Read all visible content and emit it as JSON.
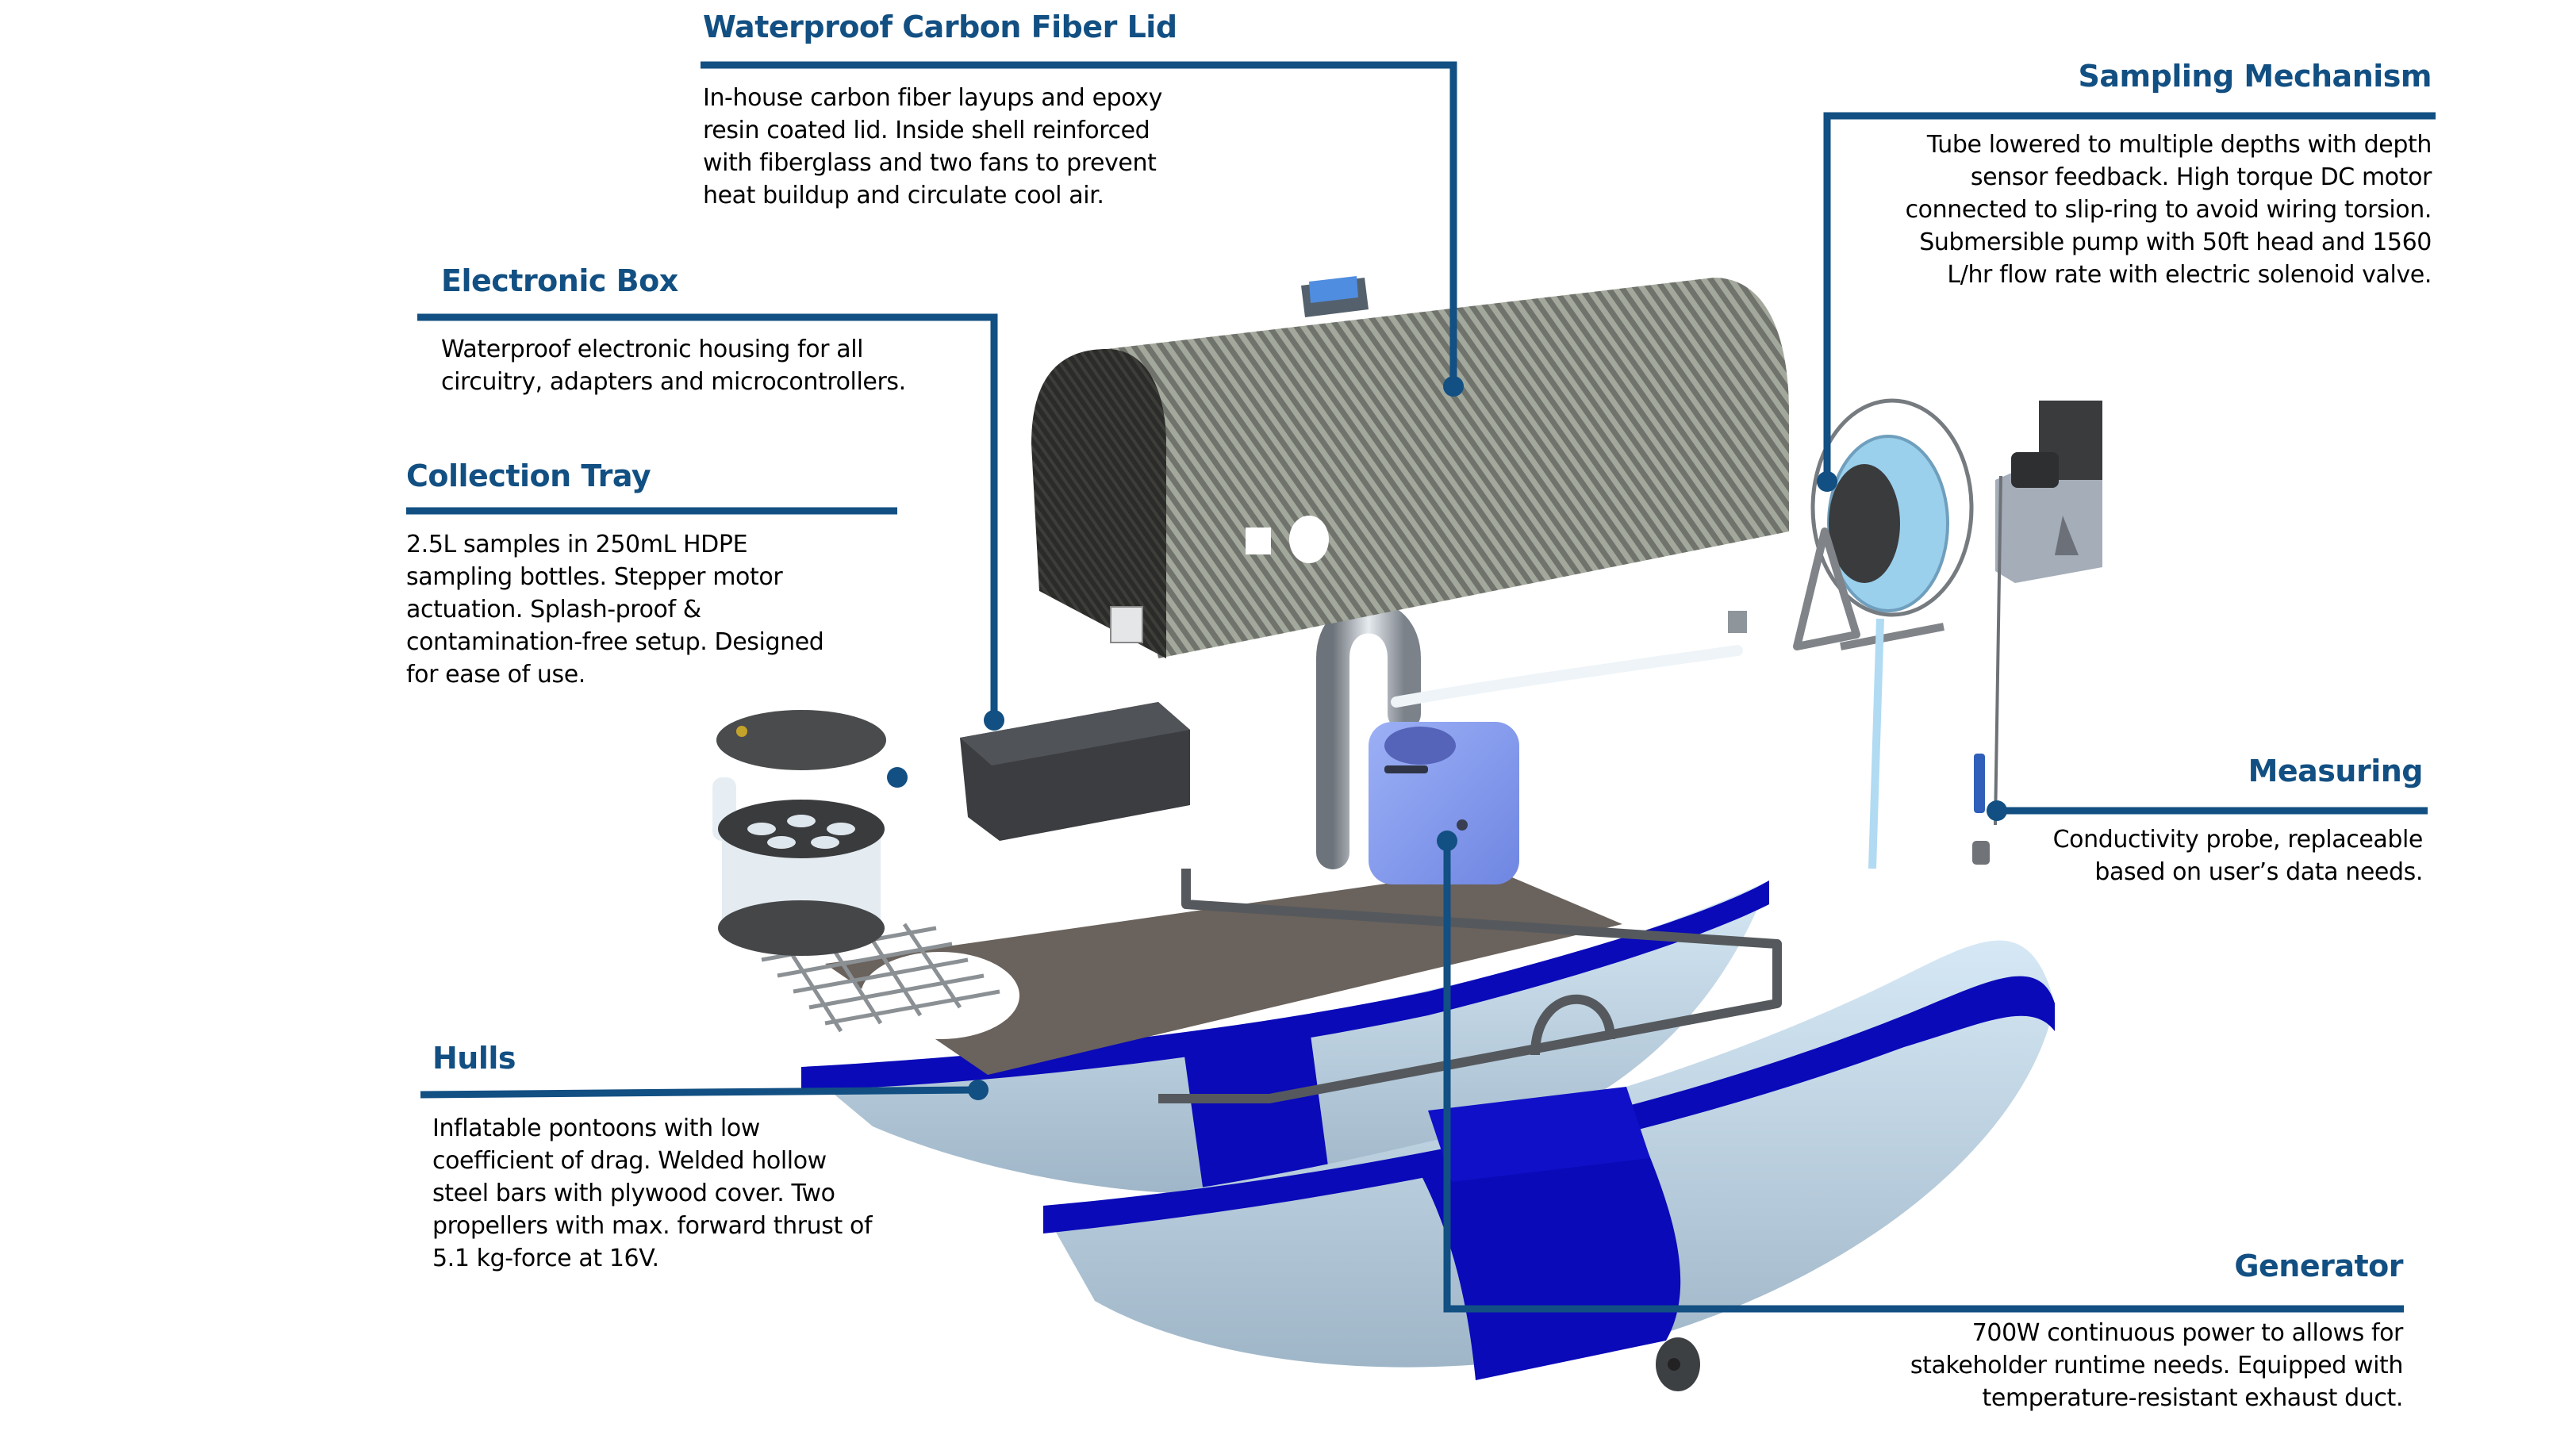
{
  "colors": {
    "accent": "#124f82",
    "body_text": "#000000",
    "background": "#ffffff",
    "hull_blue": "#0a0ab8",
    "hull_light": "#c4dcee",
    "carbon_dark": "#2f2f2d",
    "carbon_light": "#8b8f85",
    "generator_blue": "#8299ee",
    "deck_gray": "#6a625c",
    "hose_blue": "#9ad0ec"
  },
  "callouts": {
    "lid": {
      "title": "Waterproof Carbon Fiber Lid",
      "body": "In-house carbon fiber layups and epoxy\nresin coated lid. Inside shell reinforced\nwith fiberglass  and two fans to prevent\nheat buildup and circulate cool air."
    },
    "sampling": {
      "title": "Sampling Mechanism",
      "body": "Tube lowered to multiple depths with depth\nsensor feedback. High torque DC motor\nconnected to slip-ring to avoid wiring torsion.\nSubmersible pump with 50ft head and 1560\nL/hr flow rate with electric solenoid valve."
    },
    "electronic": {
      "title": "Electronic Box",
      "body": "Waterproof electronic housing for all\ncircuitry, adapters and microcontrollers."
    },
    "tray": {
      "title": "Collection Tray",
      "body": "2.5L samples in 250mL HDPE\nsampling bottles. Stepper motor\nactuation. Splash-proof &\ncontamination-free setup. Designed\nfor ease of use."
    },
    "measuring": {
      "title": "Measuring",
      "body": "Conductivity probe, replaceable\nbased on user’s data needs."
    },
    "hulls": {
      "title": "Hulls",
      "body": "Inflatable pontoons with low\ncoefficient of drag. Welded hollow\nsteel bars with plywood cover. Two\npropellers with max. forward thrust of\n5.1 kg-force at 16V."
    },
    "generator": {
      "title": "Generator",
      "body": "700W continuous power to allows for\nstakeholder runtime needs. Equipped with\ntemperature-resistant exhaust duct."
    }
  }
}
